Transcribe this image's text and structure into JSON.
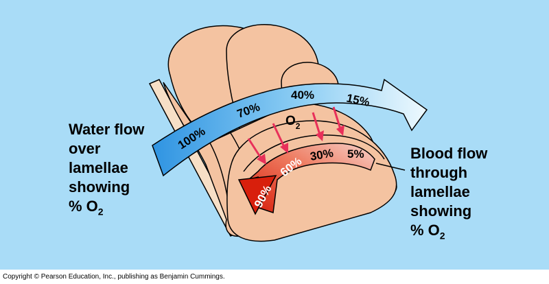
{
  "diagram": {
    "water_flow_percentages": [
      "100%",
      "70%",
      "40%",
      "15%"
    ],
    "blood_flow_percentages": [
      "90%",
      "60%",
      "30%",
      "5%"
    ],
    "oxygen_label": {
      "base": "O",
      "subscript": "2"
    },
    "left_caption": {
      "lines": [
        "Water flow",
        "over",
        "lamellae",
        "showing"
      ],
      "last_line": {
        "prefix": "% O",
        "subscript": "2"
      }
    },
    "right_caption": {
      "lines": [
        "Blood flow",
        "through",
        "lamellae",
        "showing"
      ],
      "last_line": {
        "prefix": "% O",
        "subscript": "2"
      }
    },
    "copyright": "Copyright © Pearson Education, Inc., publishing as Benjamin Cummings."
  },
  "colors": {
    "background": "#a9dcf7",
    "lamella_fill": "#f4c3a1",
    "water_arrow_dark": "#3d9ee6",
    "water_arrow_light": "#e4f5fd",
    "blood_arrow_dark": "#e02a14",
    "blood_arrow_light": "#f6c8bf",
    "diffusion_arrow": "#e8305a"
  }
}
